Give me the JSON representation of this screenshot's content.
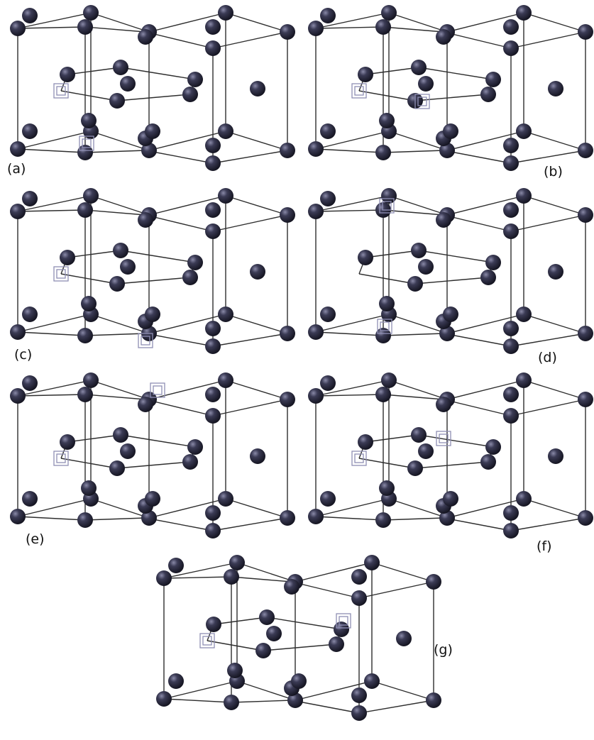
{
  "figure": {
    "panel_labels": [
      "(a)",
      "(b)",
      "(c)",
      "(d)",
      "(e)",
      "(f)",
      "(g)"
    ]
  },
  "legend": {
    "atom_color": "#2a2a3c",
    "atom_highlight": "#8a8aa8",
    "vacancy_marker_color": "#8f8fb4",
    "bond_color": "#2e2e2e"
  },
  "panels": [
    {
      "id": "a",
      "label_key": "figure.panel_labels.0",
      "vacancies": [
        "front-top-left-inner",
        "bottom-mid"
      ]
    },
    {
      "id": "b",
      "label_key": "figure.panel_labels.1",
      "vacancies": [
        "front-top-left-inner",
        "mid-center"
      ]
    },
    {
      "id": "c",
      "label_key": "figure.panel_labels.2",
      "vacancies": [
        "front-top-left-inner",
        "bottom-center"
      ]
    },
    {
      "id": "d",
      "label_key": "figure.panel_labels.3",
      "vacancies": [
        "top-mid",
        "bottom-mid"
      ]
    },
    {
      "id": "e",
      "label_key": "figure.panel_labels.4",
      "vacancies": [
        "front-top-left-inner",
        "top-center"
      ]
    },
    {
      "id": "f",
      "label_key": "figure.panel_labels.5",
      "vacancies": [
        "front-top-left-inner",
        "mid-right"
      ]
    },
    {
      "id": "g",
      "label_key": "figure.panel_labels.6",
      "vacancies": [
        "front-top-left-inner",
        "mid-right-far"
      ]
    }
  ]
}
